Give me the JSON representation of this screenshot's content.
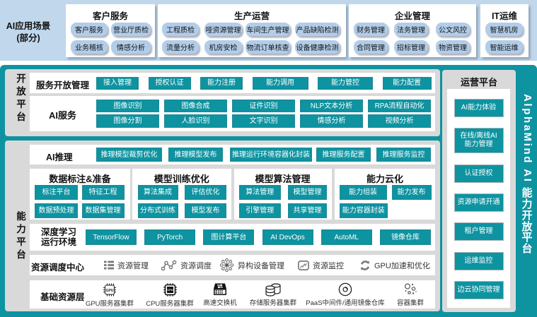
{
  "side_bar": {
    "title": "AlphaMind AI 能力开放平台",
    "title_latin": "AlphaMind AI",
    "title_cjk": "能力开放平台"
  },
  "colors": {
    "teal": "#0e93a1",
    "band_blue": "#c0d7ec",
    "pill_blue": "#b2cde9",
    "panel_gray": "#d9d9d9"
  },
  "top_band": {
    "label_line1": "AI应用场景",
    "label_line2": "(部分)",
    "groups": [
      {
        "title": "客户服务",
        "rows": [
          [
            "客户服务",
            "营业厅质检"
          ],
          [
            "业务稽核",
            "情感分析"
          ]
        ]
      },
      {
        "title": "生产运营",
        "rows": [
          [
            "工程质检",
            "哑资源管理",
            "车间生产管理",
            "产品缺陷检测"
          ],
          [
            "流量分析",
            "机房安检",
            "物流订单核查",
            "设备健康检测"
          ]
        ]
      },
      {
        "title": "企业管理",
        "rows": [
          [
            "财务管理",
            "法务管理",
            "公文风控"
          ],
          [
            "合同管理",
            "招标管理",
            "物资管理"
          ]
        ]
      },
      {
        "title": "IT运维",
        "rows": [
          [
            "智慧机房"
          ],
          [
            "智能运维"
          ]
        ]
      }
    ]
  },
  "open_platform": {
    "label": "开放平台",
    "service_mgmt": {
      "label": "服务开放管理",
      "buttons": [
        "接入管理",
        "授权认证",
        "能力注册",
        "能力调用",
        "能力管控",
        "能力配置"
      ]
    },
    "ai_services": {
      "label": "AI服务",
      "row1": [
        "图像识别",
        "图像合成",
        "证件识别",
        "NLP文本分析",
        "RPA流程自动化"
      ],
      "row2": [
        "图像分割",
        "人脸识别",
        "文字识别",
        "情感分析",
        "视频分析"
      ]
    }
  },
  "capability_platform": {
    "label": "能力平台",
    "ai_inference": {
      "label": "AI推理",
      "buttons": [
        "推理模型裁剪优化",
        "推理模型发布",
        "推理运行环境容器化封装",
        "推理服务配置",
        "推理服务监控"
      ]
    },
    "boxes": [
      {
        "title": "数据标注&准备",
        "buttons": [
          "标注平台",
          "特征工程",
          "数据预处理",
          "数据集管理"
        ]
      },
      {
        "title": "模型训练优化",
        "buttons": [
          "算法集成",
          "评估优化",
          "分布式训练",
          "模型发布"
        ]
      },
      {
        "title": "模型算法管理",
        "buttons": [
          "算法管理",
          "模型管理",
          "引擎管理",
          "共享管理"
        ]
      },
      {
        "title": "能力云化",
        "buttons": [
          "能力组装",
          "能力发布",
          "能力容器封装"
        ]
      }
    ],
    "dl_runtime": {
      "label_line1": "深度学习",
      "label_line2": "运行环境",
      "buttons": [
        "TensorFlow",
        "PyTorch",
        "图计算平台",
        "AI DevOps",
        "AutoML",
        "镜像仓库"
      ]
    },
    "resource_scheduling": {
      "label": "资源调度中心",
      "items": [
        {
          "icon": "grid-list-icon",
          "label": "资源管理"
        },
        {
          "icon": "nodes-path-icon",
          "label": "资源调度"
        },
        {
          "icon": "hub-spokes-icon",
          "label": "异构设备管理"
        },
        {
          "icon": "monitor-chart-icon",
          "label": "资源监控"
        },
        {
          "icon": "sync-arrows-icon",
          "label": "GPU加速和优化"
        }
      ]
    },
    "base_resources": {
      "label": "基础资源层",
      "items": [
        {
          "icon": "gpu-chip-icon",
          "chip_text": "GPU",
          "label": "GPU服务器集群"
        },
        {
          "icon": "cpu-chip-icon",
          "chip_text": "CPU",
          "label": "CPU服务器集群"
        },
        {
          "icon": "switch-icon",
          "label": "高速交换机"
        },
        {
          "icon": "storage-db-icon",
          "label": "存储服务器集群"
        },
        {
          "icon": "disc-icon",
          "label": "PaaS中间件/通用镜像仓库"
        },
        {
          "icon": "container-cluster-icon",
          "label": "容器集群"
        }
      ]
    }
  },
  "operation_platform": {
    "title": "运营平台",
    "buttons": [
      "AI能力体验",
      "在线/离线AI\n能力管理",
      "认证授权",
      "资源申请开通",
      "租户管理",
      "运维监控",
      "边云协同管理"
    ]
  }
}
